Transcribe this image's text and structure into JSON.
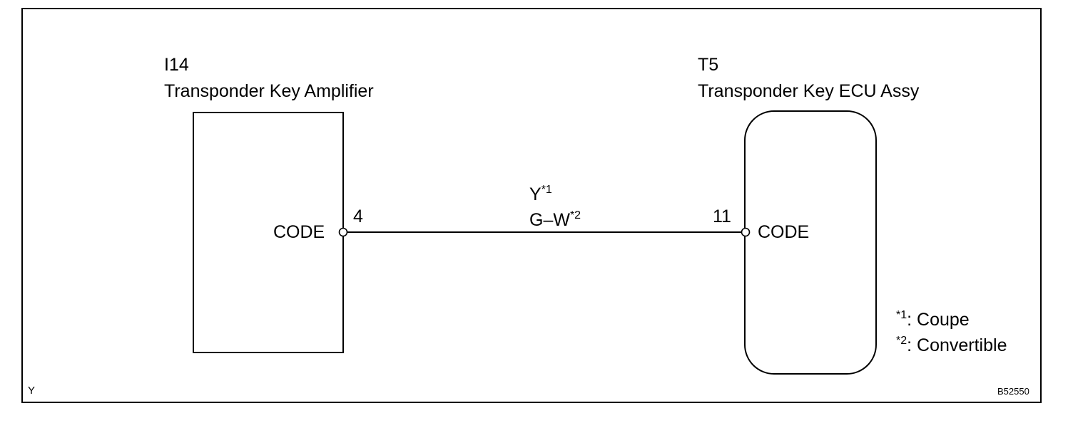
{
  "left_component": {
    "code": "I14",
    "name": "Transponder Key Amplifier",
    "pin_label": "CODE",
    "pin_number": "4"
  },
  "right_component": {
    "code": "T5",
    "name": "Transponder Key ECU Assy",
    "pin_label": "CODE",
    "pin_number": "11"
  },
  "wire": {
    "color_1": "Y",
    "color_1_ref": "*1",
    "color_2": "G–W",
    "color_2_ref": "*2"
  },
  "notes": [
    {
      "ref": "*1",
      "text": ": Coupe"
    },
    {
      "ref": "*2",
      "text": ": Convertible"
    }
  ],
  "footer": {
    "left_mark": "Y",
    "figure_id": "B52550"
  }
}
